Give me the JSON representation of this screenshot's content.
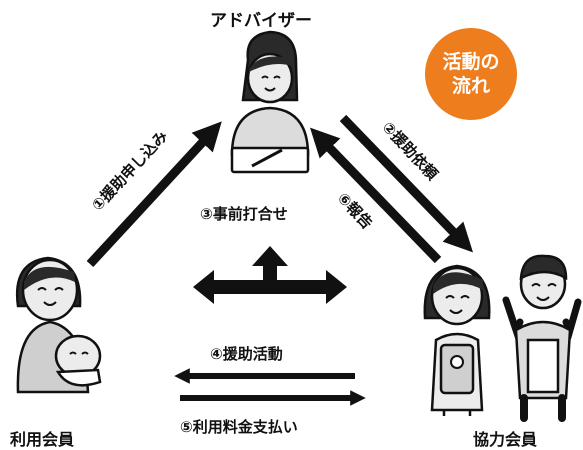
{
  "title": "アドバイザー",
  "badge": {
    "line1": "活動の",
    "line2": "流れ",
    "color": "#ee7d1e"
  },
  "roles": {
    "user": "利用会員",
    "helper": "協力会員"
  },
  "steps": {
    "s1": "①援助申し込み",
    "s2": "②援助依頼",
    "s3": "③事前打合せ",
    "s4": "④援助活動",
    "s5": "⑤利用料金支払い",
    "s6": "⑥報告"
  },
  "icons": {
    "advisor": "advisor-figure-icon",
    "user": "mother-with-baby-icon",
    "helper": "helper-couple-icon"
  },
  "colors": {
    "ink": "#111111",
    "skin": "#e9e9e9",
    "hair": "#2a2a2a"
  }
}
